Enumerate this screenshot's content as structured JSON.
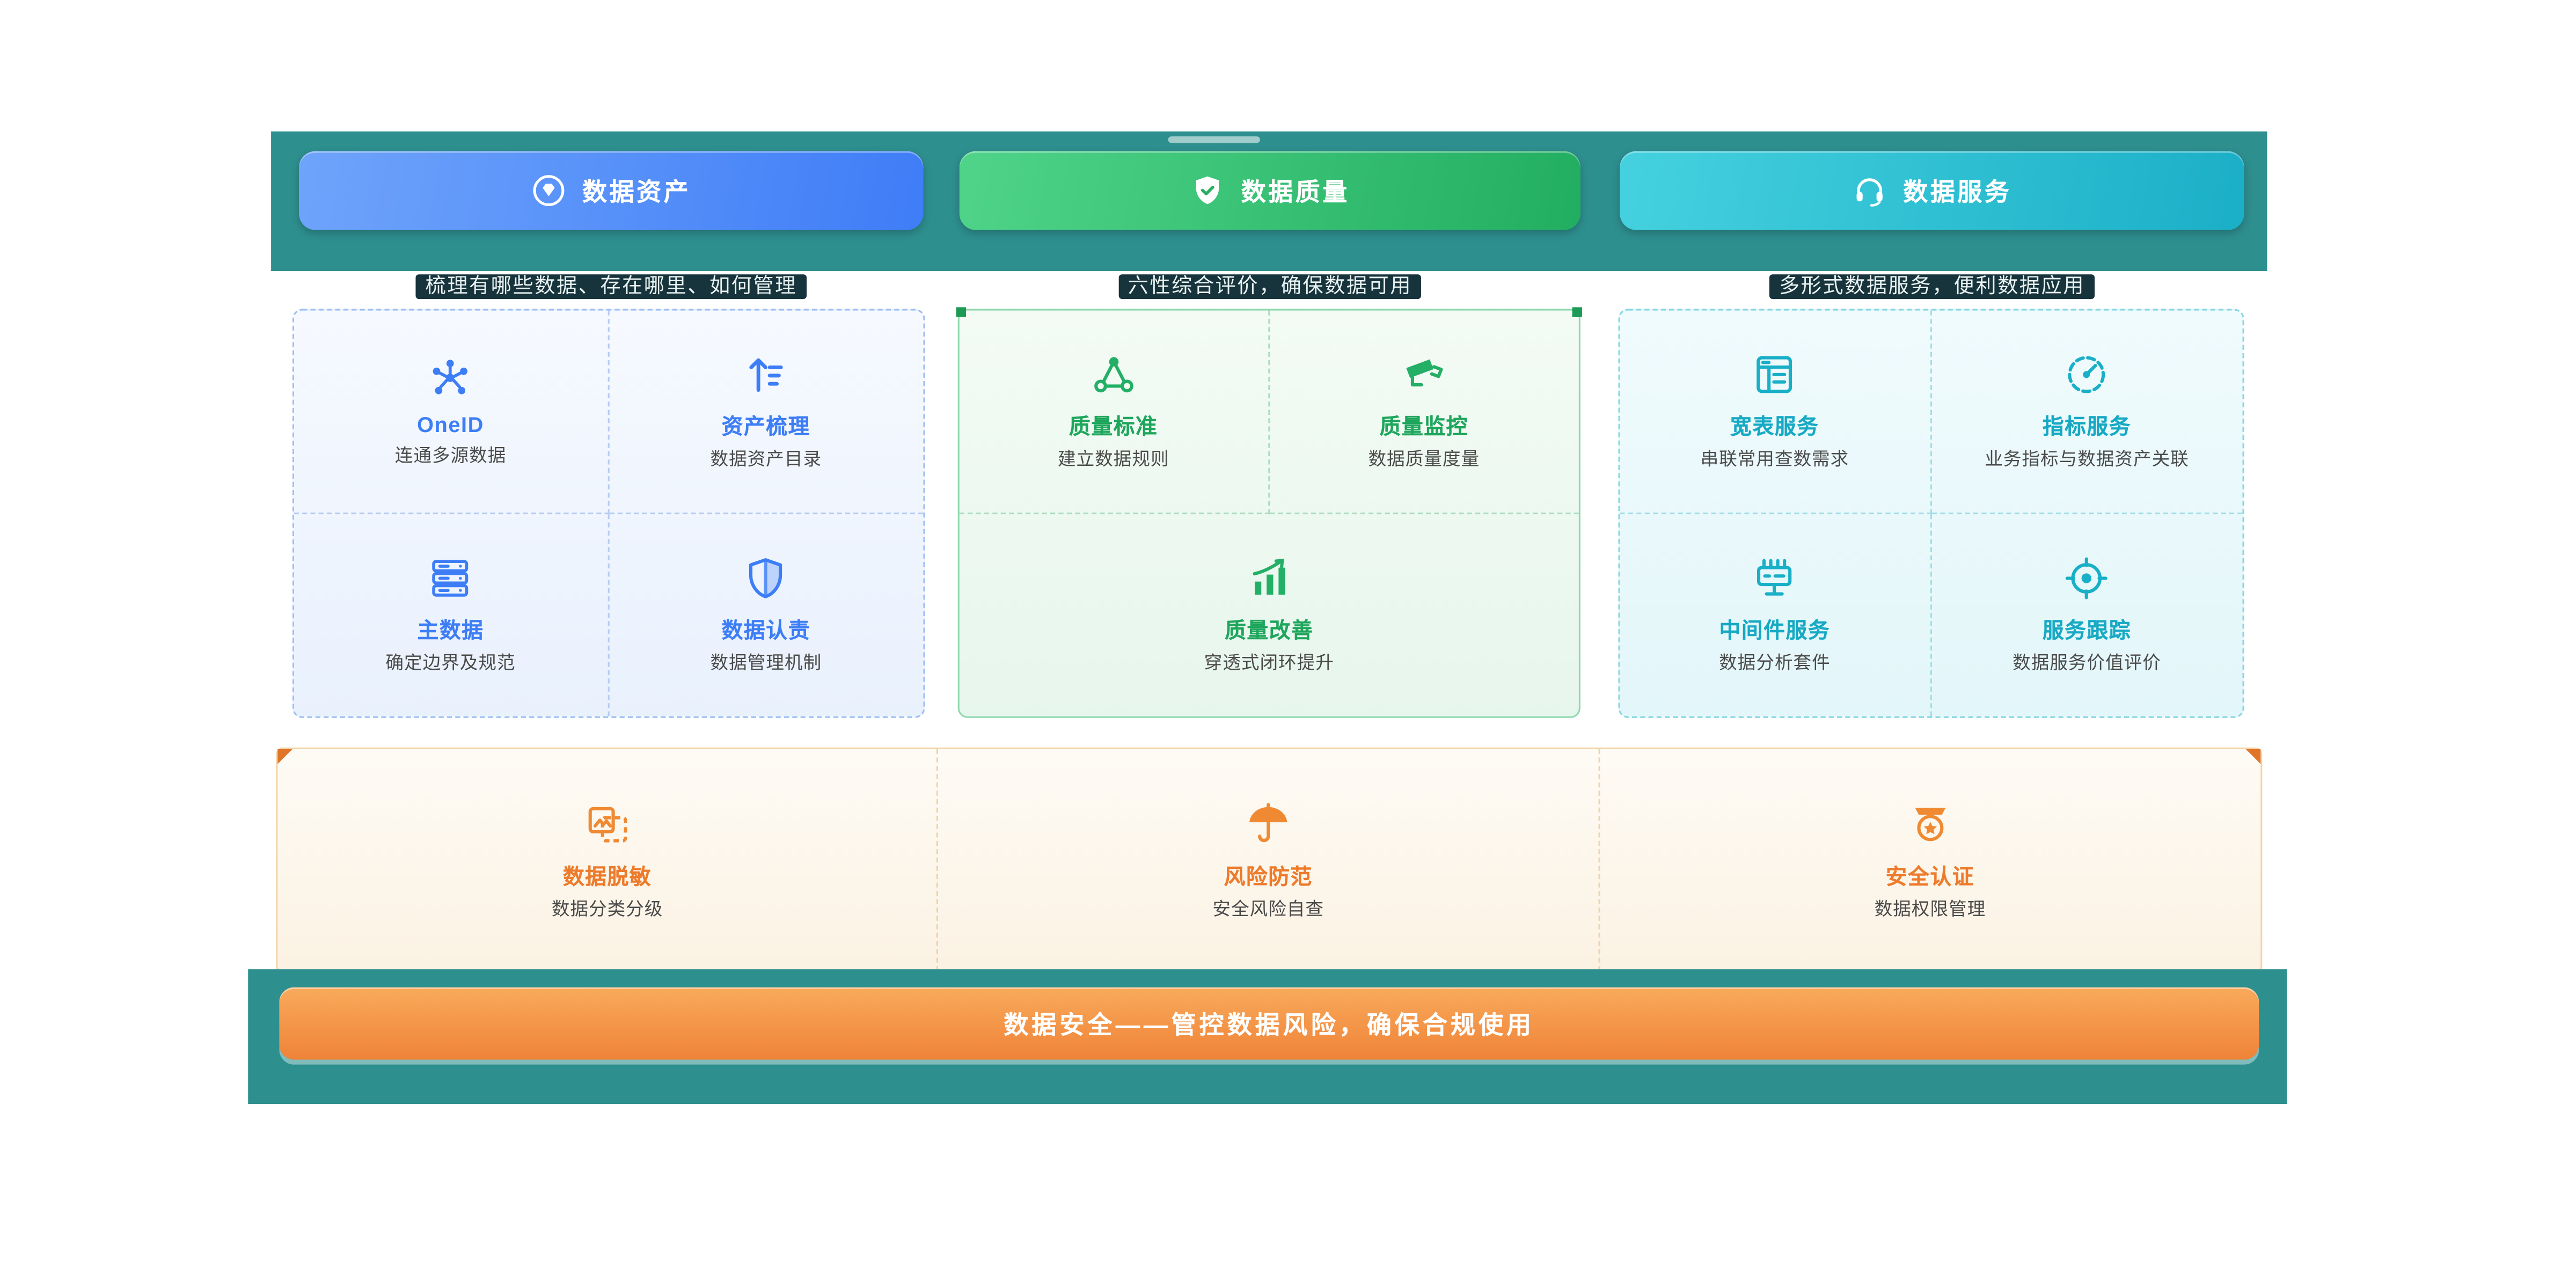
{
  "colors": {
    "teal_band": "#2E8F8F",
    "blue_accent": "#3D7EF6",
    "green_accent": "#23AF66",
    "cyan_accent": "#18AFC7",
    "orange_accent": "#EF8A33"
  },
  "header": {
    "pills": [
      {
        "label": "数据资产",
        "icon": "gem-badge-icon",
        "desc": "梳理有哪些数据、存在哪里、如何管理"
      },
      {
        "label": "数据质量",
        "icon": "shield-check-icon",
        "desc": "六性综合评价，确保数据可用"
      },
      {
        "label": "数据服务",
        "icon": "headset-icon",
        "desc": "多形式数据服务，便利数据应用"
      }
    ]
  },
  "panels": [
    {
      "theme": "blue",
      "items": [
        {
          "title": "OneID",
          "subtitle": "连通多源数据",
          "icon": "network-nodes-icon"
        },
        {
          "title": "资产梳理",
          "subtitle": "数据资产目录",
          "icon": "sort-arrow-icon"
        },
        {
          "title": "主数据",
          "subtitle": "确定边界及规范",
          "icon": "server-stack-icon"
        },
        {
          "title": "数据认责",
          "subtitle": "数据管理机制",
          "icon": "shield-icon"
        }
      ]
    },
    {
      "theme": "green",
      "items": [
        {
          "title": "质量标准",
          "subtitle": "建立数据规则",
          "icon": "tri-nodes-icon"
        },
        {
          "title": "质量监控",
          "subtitle": "数据质量度量",
          "icon": "cctv-camera-icon"
        },
        {
          "title": "质量改善",
          "subtitle": "穿透式闭环提升",
          "icon": "rising-bars-icon"
        }
      ]
    },
    {
      "theme": "cyan",
      "items": [
        {
          "title": "宽表服务",
          "subtitle": "串联常用查数需求",
          "icon": "wide-table-icon"
        },
        {
          "title": "指标服务",
          "subtitle": "业务指标与数据资产关联",
          "icon": "gauge-icon"
        },
        {
          "title": "中间件服务",
          "subtitle": "数据分析套件",
          "icon": "middleware-chip-icon"
        },
        {
          "title": "服务跟踪",
          "subtitle": "数据服务价值评价",
          "icon": "target-icon"
        }
      ]
    }
  ],
  "security": {
    "items": [
      {
        "title": "数据脱敏",
        "subtitle": "数据分类分级",
        "icon": "data-mask-icon"
      },
      {
        "title": "风险防范",
        "subtitle": "安全风险自查",
        "icon": "umbrella-icon"
      },
      {
        "title": "安全认证",
        "subtitle": "数据权限管理",
        "icon": "cert-badge-icon"
      }
    ],
    "banner": "数据安全——管控数据风险，确保合规使用"
  }
}
